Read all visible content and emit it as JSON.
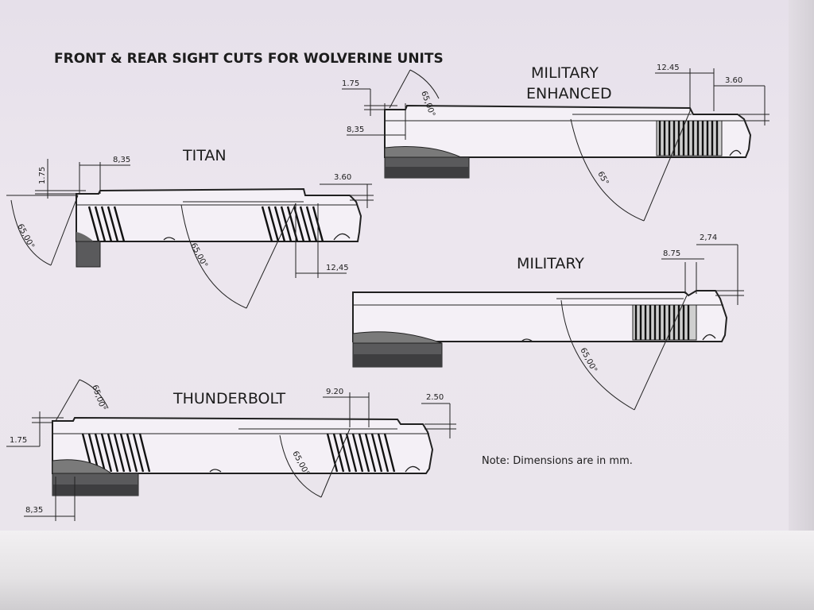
{
  "title": "FRONT & REAR SIGHT CUTS FOR WOLVERINE UNITS",
  "note": "Note: Dimensions are in mm.",
  "units": {
    "military_enhanced": {
      "name_line1": "MILITARY",
      "name_line2": "ENHANCED",
      "dims": {
        "front_height": "1.75",
        "front_offset": "8,35",
        "front_angle": "65,00°",
        "rear_angle": "65°",
        "rear_width": "12.45",
        "rear_height": "3.60"
      }
    },
    "titan": {
      "name": "TITAN",
      "dims": {
        "front_height": "1.75",
        "front_offset": "8,35",
        "front_angle": "65,00°",
        "rear_angle": "65,00°",
        "rear_width": "12,45",
        "rear_height": "3.60"
      }
    },
    "military": {
      "name": "MILITARY",
      "dims": {
        "rear_width": "8.75",
        "rear_height": "2,74",
        "rear_angle": "65,00°"
      }
    },
    "thunderbolt": {
      "name": "THUNDERBOLT",
      "dims": {
        "front_height": "1.75",
        "front_offset": "8,35",
        "front_angle": "65,00°",
        "rear_angle": "65,00°",
        "rear_width": "9.20",
        "rear_height": "2.50"
      }
    }
  }
}
